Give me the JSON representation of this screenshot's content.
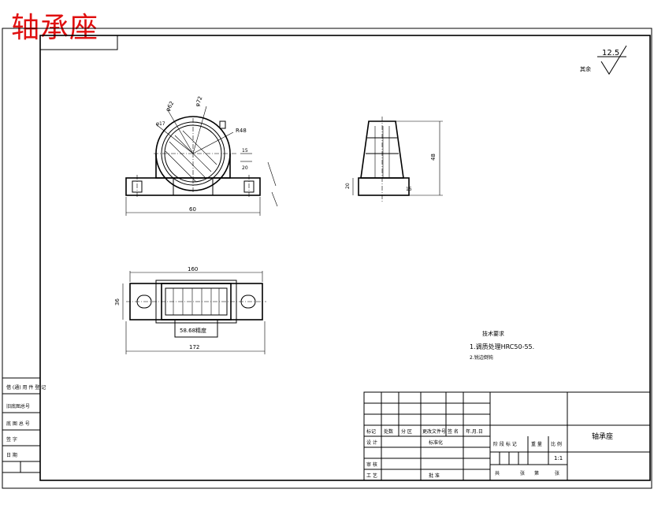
{
  "title": "轴承座",
  "roughness": {
    "value": "12.5",
    "label": "其余"
  },
  "dimensions": {
    "front_width": "60",
    "front_d72": "φ72",
    "front_d62": "φ62",
    "front_d17": "φ17",
    "front_r48": "R48",
    "front_s15": "15",
    "front_s20": "20",
    "side_height": "48",
    "side_width": "20",
    "side_small": "15",
    "top_160": "160",
    "top_172": "172",
    "top_36": "36",
    "top_center": "58.68精度"
  },
  "notes": {
    "heading": "技术要求",
    "line1": "1.调质处理HRC50-55.",
    "line2": "2.锐边倒钝"
  },
  "left_strip": [
    "借 (通) 用 件 登 记",
    "旧底图总号",
    "底 图 总 号",
    "签 字",
    "日 期"
  ],
  "title_block": {
    "row_labels": [
      "标记",
      "处数",
      "分 区",
      "更改文件号",
      "签 名",
      "年.月.日"
    ],
    "designer": "设 计",
    "standardization": "标准化",
    "checker": "审 核",
    "process": "工 艺",
    "approve": "批 准",
    "stage": "阶 段 标 记",
    "weight": "重 量",
    "scale_label": "比 例",
    "scale": "1:1",
    "sheets_total": "共",
    "sheet": "张",
    "sheet_no": "第",
    "part_name": "轴承座"
  }
}
